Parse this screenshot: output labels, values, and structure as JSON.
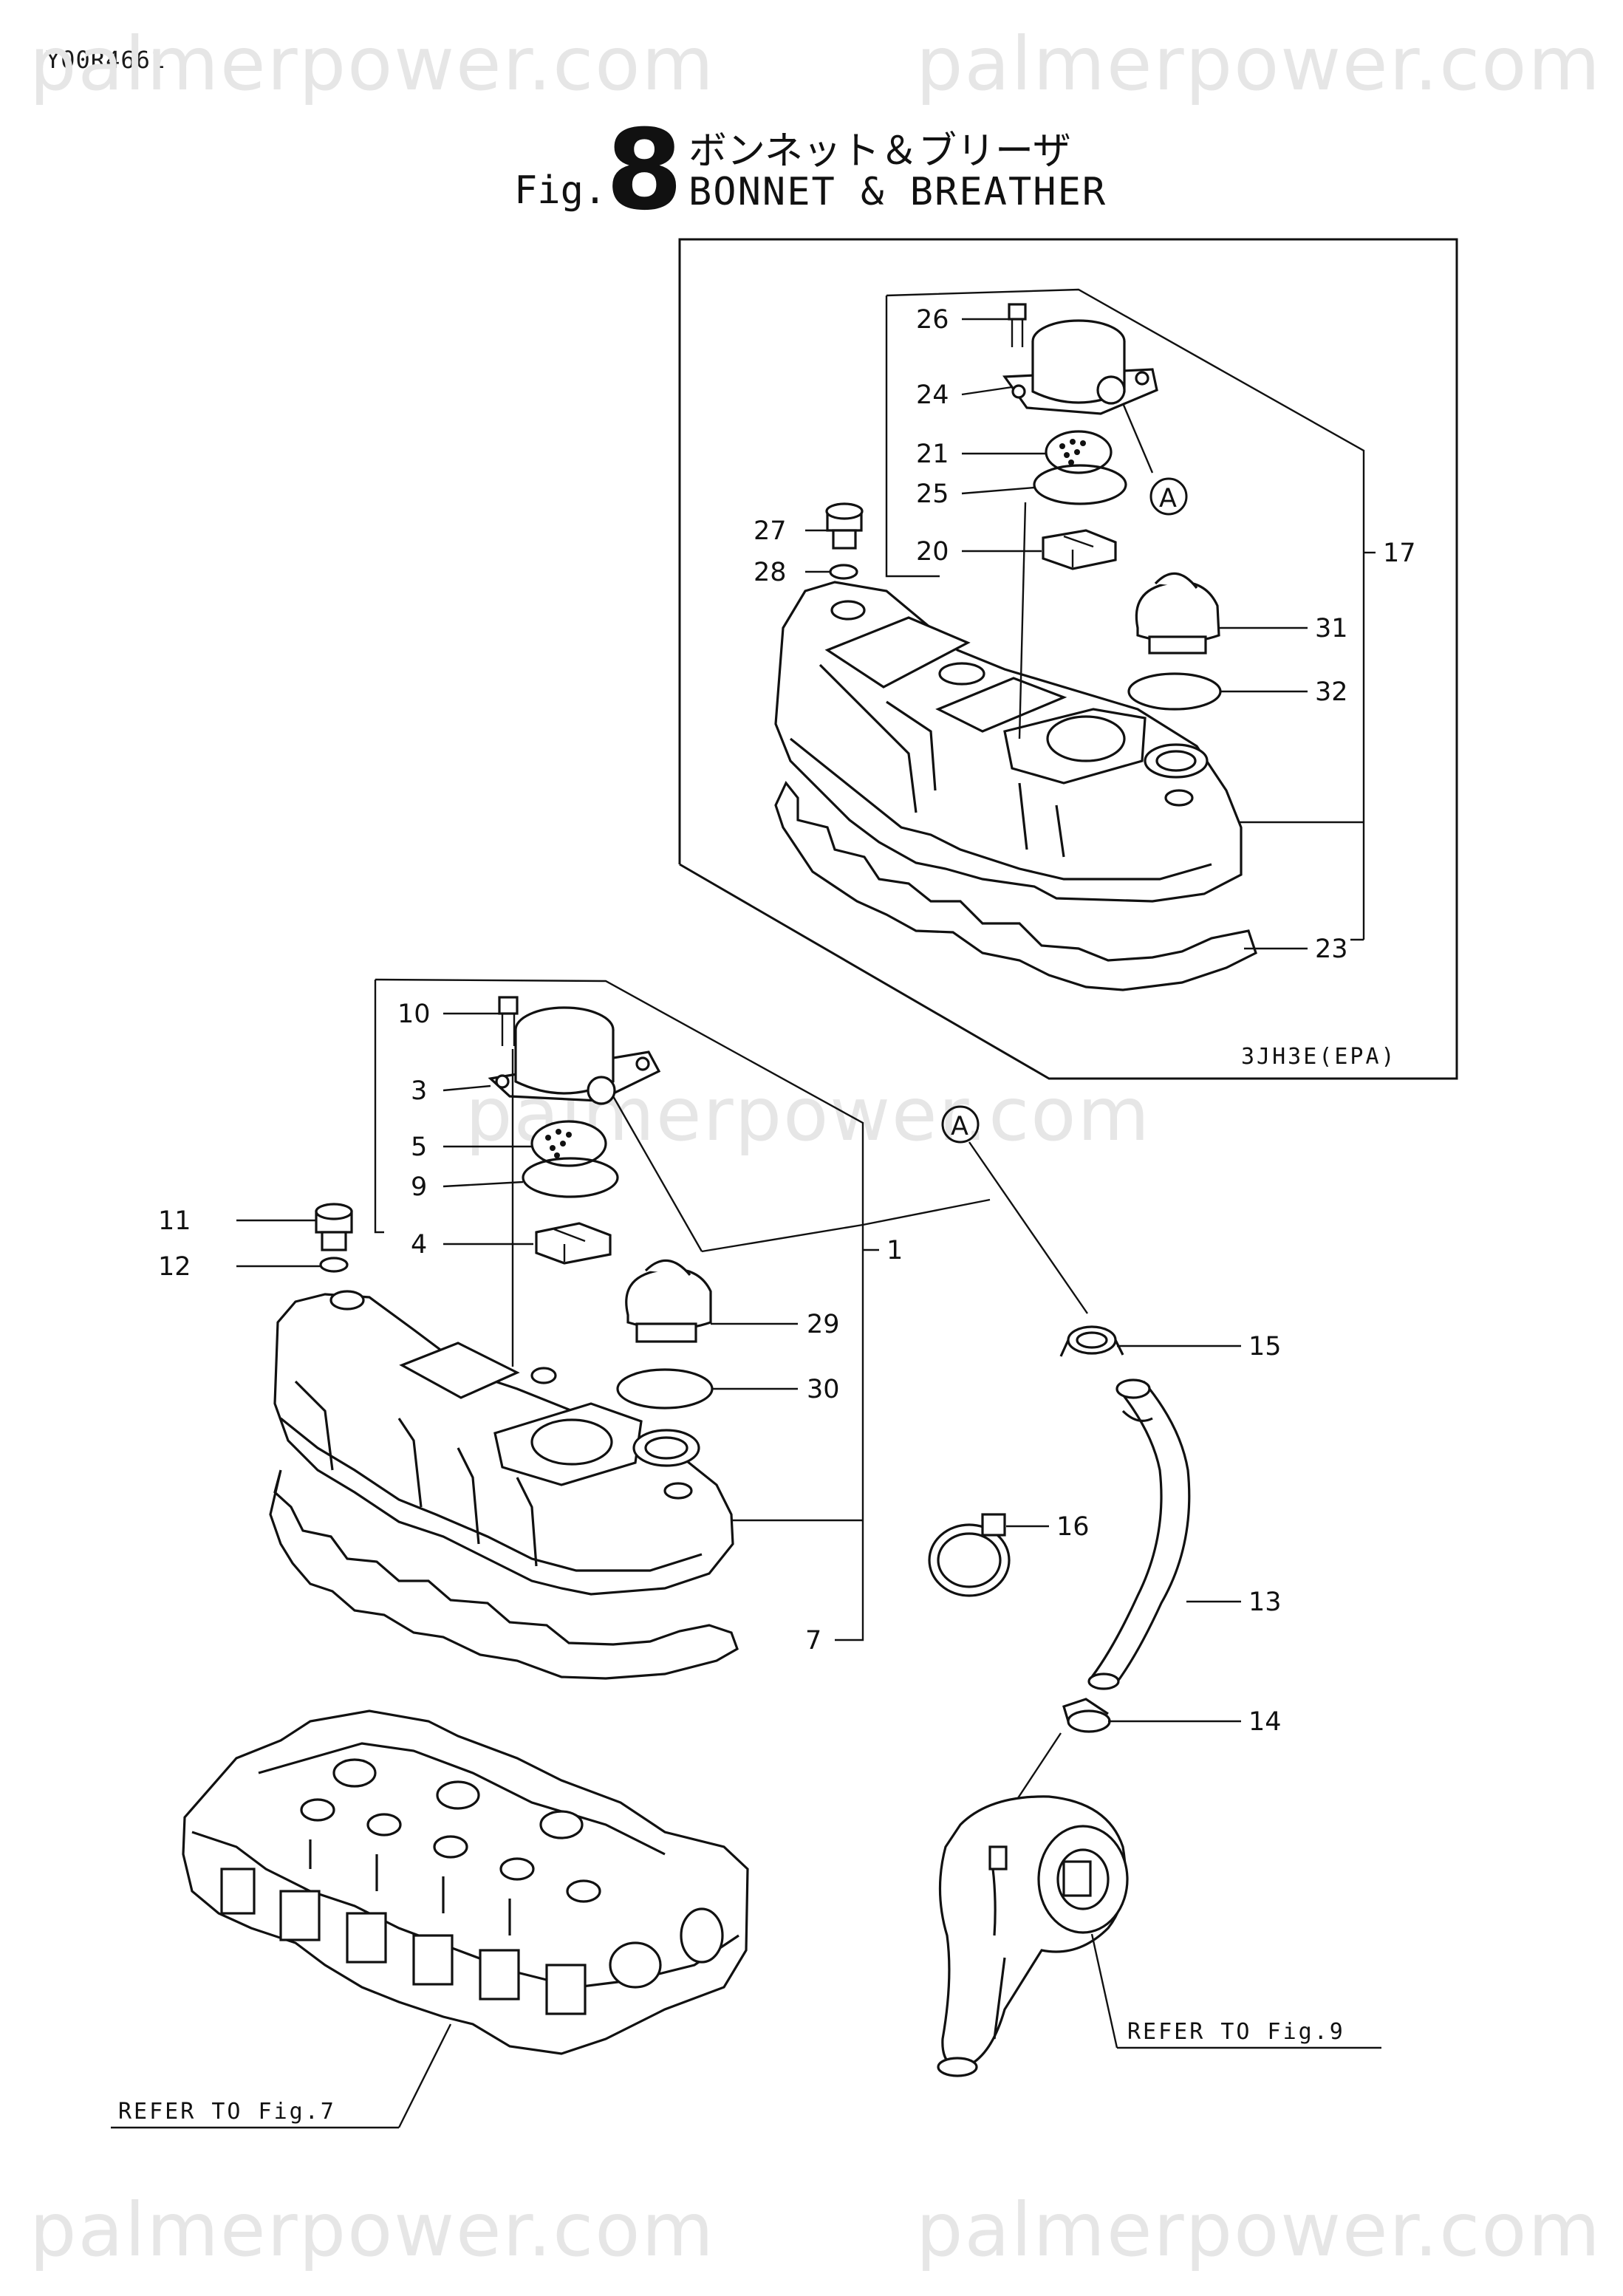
{
  "document_code": "Y00R4661",
  "watermark": "palmerpower.com",
  "figure": {
    "label": "Fig.",
    "number": "8",
    "title_jp": "ボンネット＆ブリーザ",
    "title_en": "BONNET & BREATHER"
  },
  "variant_box_label": "3JH3E(EPA)",
  "detail_marker": "A",
  "references": {
    "cylinder_head": "REFER TO Fig.7",
    "intake": "REFER TO Fig.9"
  },
  "callouts": [
    "1",
    "3",
    "4",
    "5",
    "7",
    "9",
    "10",
    "11",
    "12",
    "13",
    "14",
    "15",
    "16",
    "17",
    "20",
    "21",
    "23",
    "24",
    "25",
    "26",
    "27",
    "28",
    "29",
    "30",
    "31",
    "32"
  ]
}
